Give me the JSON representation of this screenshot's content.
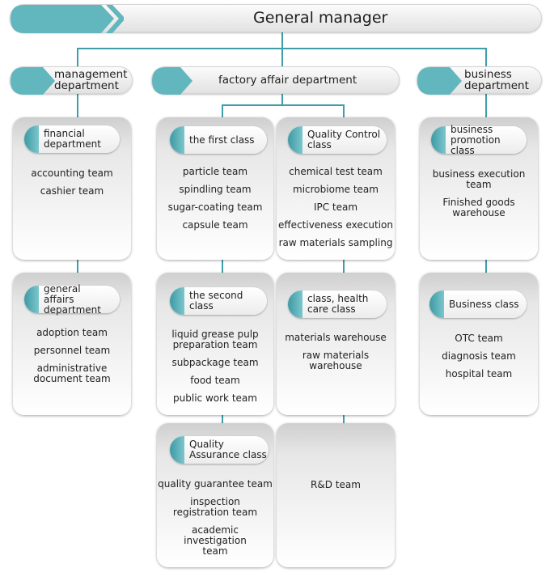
{
  "header": {
    "title": "General manager"
  },
  "departments": {
    "management": "management department",
    "factory": "factory affair department",
    "business": "business department"
  },
  "cards": {
    "financial": {
      "title": "financial department",
      "items": [
        "accounting team",
        "cashier team"
      ]
    },
    "general_affairs": {
      "title": "general affairs department",
      "items": [
        "adoption team",
        "personnel team",
        "administrative document team"
      ]
    },
    "first_class": {
      "title": "the first class",
      "items": [
        "particle team",
        "spindling team",
        "sugar-coating team",
        "capsule team"
      ]
    },
    "quality_control": {
      "title": "Quality Control class",
      "items": [
        "chemical test team",
        "microbiome team",
        "IPC team",
        "effectiveness execution",
        "raw materials sampling"
      ]
    },
    "second_class": {
      "title": "the second class",
      "items": [
        "liquid grease pulp preparation team",
        "subpackage team",
        "food team",
        "public work team"
      ]
    },
    "health_care": {
      "title": "class, health care class",
      "items": [
        "materials warehouse",
        "raw materials warehouse"
      ]
    },
    "quality_assurance": {
      "title": "Quality Assurance class",
      "items": [
        "quality guarantee team",
        "inspection registration team",
        "academic investigation team"
      ]
    },
    "rd": {
      "items": [
        "R&D team"
      ]
    },
    "business_promotion": {
      "title": "business promotion class",
      "items": [
        "business execution team",
        "Finished goods warehouse"
      ]
    },
    "business_class": {
      "title": "Business class",
      "items": [
        "OTC team",
        "diagnosis team",
        "hospital team"
      ]
    }
  },
  "colors": {
    "teal": "#3f9ea8",
    "teal_light": "#7cc6cd"
  }
}
